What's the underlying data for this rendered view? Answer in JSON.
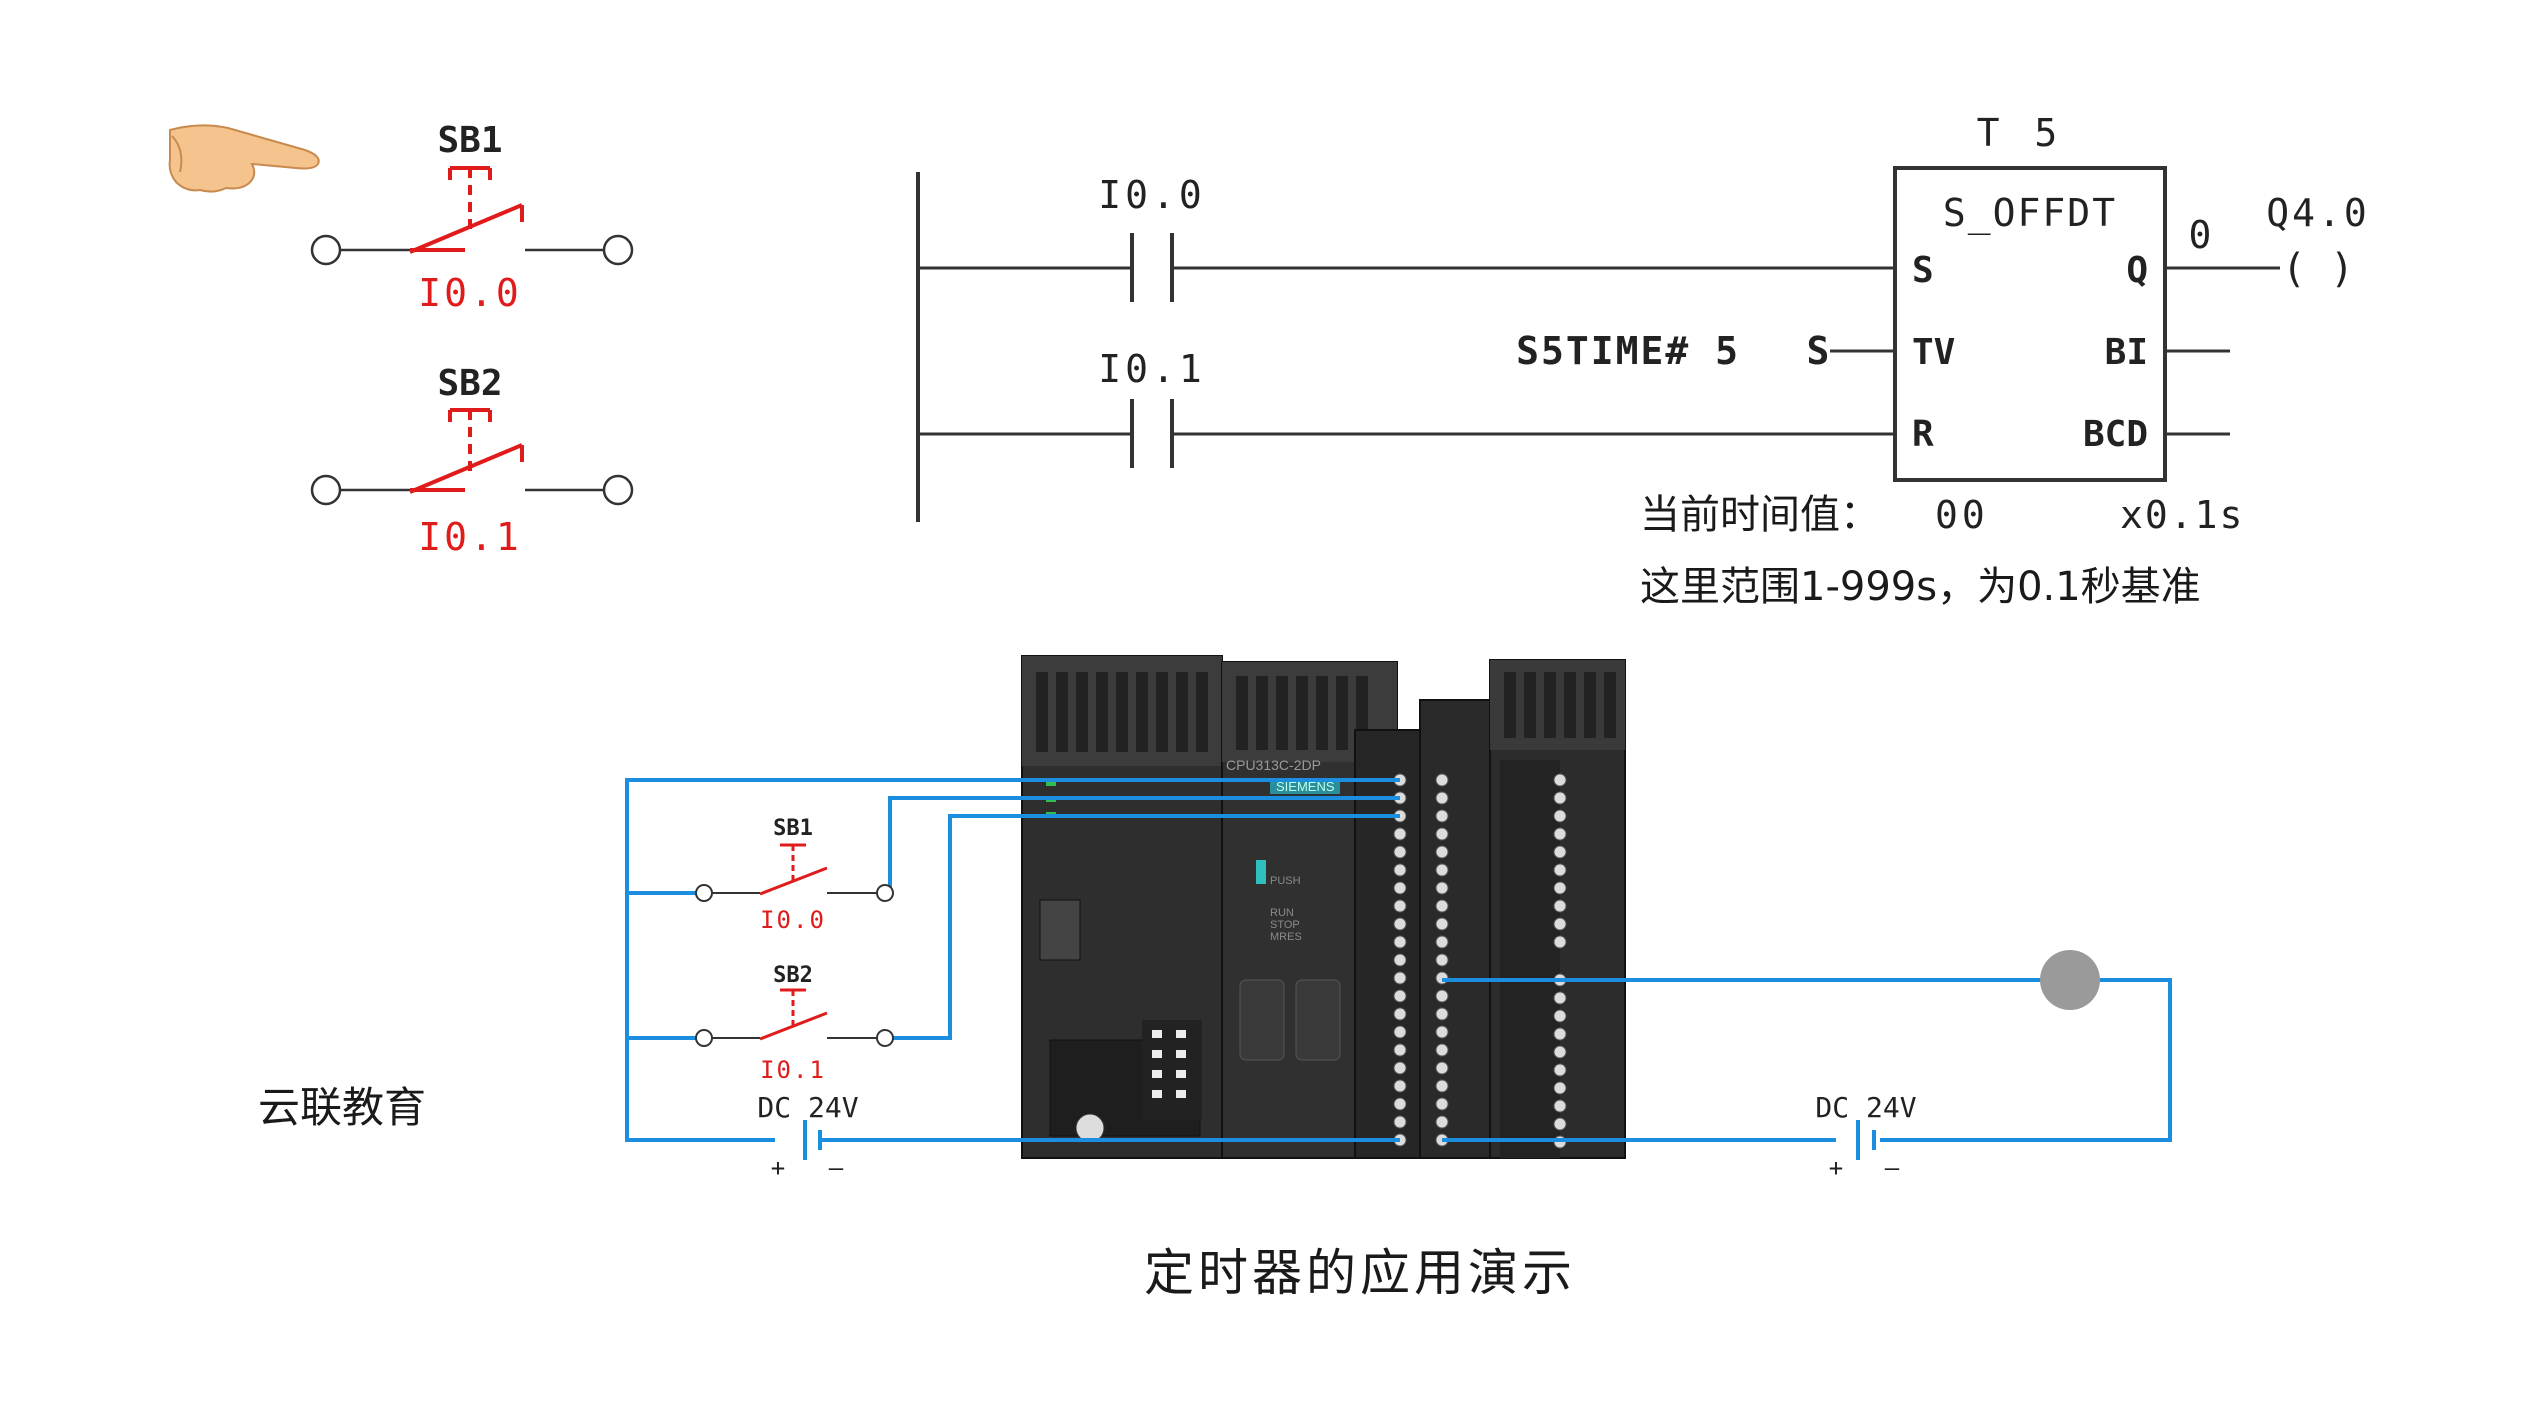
{
  "top_switches": [
    {
      "name": "SB1",
      "address": "I0.0"
    },
    {
      "name": "SB2",
      "address": "I0.1"
    }
  ],
  "ladder": {
    "contact1": "I0.0",
    "contact2": "I0.1",
    "timer_id": "T 5",
    "block_name": "S_OFFDT",
    "pin_s": "S",
    "pin_q": "Q",
    "pin_tv": "TV",
    "pin_bi": "BI",
    "pin_r": "R",
    "pin_bcd": "BCD",
    "tv_value": "S5TIME# 5",
    "tv_suffix": "S",
    "q_state": "0",
    "coil_label": "Q4.0",
    "coil_symbol": "(    )",
    "current_label": "当前时间值：",
    "current_value": "00",
    "unit": "x0.1s",
    "note": "这里范围1-999s，为0.1秒基准"
  },
  "wiring": {
    "switches": [
      {
        "name": "SB1",
        "address": "I0.0"
      },
      {
        "name": "SB2",
        "address": "I0.1"
      }
    ],
    "supply_left": "DC 24V",
    "supply_right": "DC 24V",
    "plus": "+",
    "minus": "–"
  },
  "plc": {
    "model": "CPU313C-2DP",
    "brand": "SIEMENS",
    "mode_labels": [
      "RUN",
      "STOP",
      "MRES"
    ],
    "push": "PUSH"
  },
  "brand_text": "云联教育",
  "caption": "定时器的应用演示",
  "colors": {
    "wire": "#1b8ee0",
    "switch": "#e01b1b",
    "lamp": "#9a9a9a",
    "plc": "#2b2b2b"
  }
}
